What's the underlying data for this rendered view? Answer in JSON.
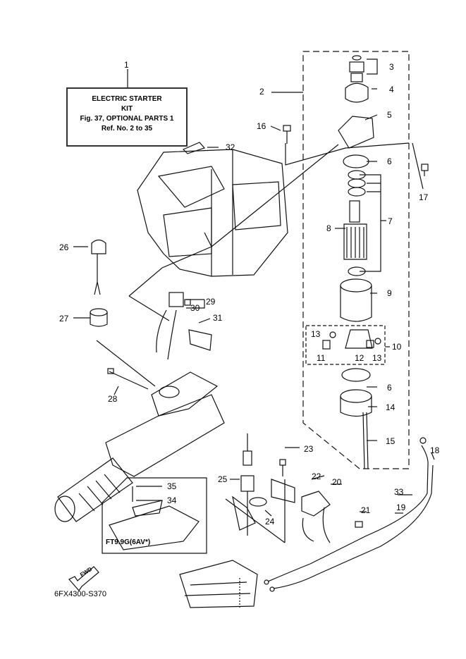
{
  "note": {
    "line1": "ELECTRIC STARTER",
    "line2": "KIT",
    "line3": "Fig. 37, OPTIONAL PARTS 1",
    "line4": "Ref. No. 2 to 35"
  },
  "variant_label": "FT9.9G(6AV*)",
  "fwd_arrow": "FWD",
  "diagram_code": "6FX4300-S370",
  "callouts": [
    "1",
    "2",
    "3",
    "4",
    "5",
    "6",
    "7",
    "8",
    "9",
    "10",
    "11",
    "12",
    "13",
    "13",
    "14",
    "15",
    "16",
    "17",
    "18",
    "19",
    "20",
    "21",
    "22",
    "23",
    "24",
    "25",
    "26",
    "27",
    "28",
    "29",
    "30",
    "31",
    "32",
    "33",
    "34",
    "35",
    "6"
  ]
}
